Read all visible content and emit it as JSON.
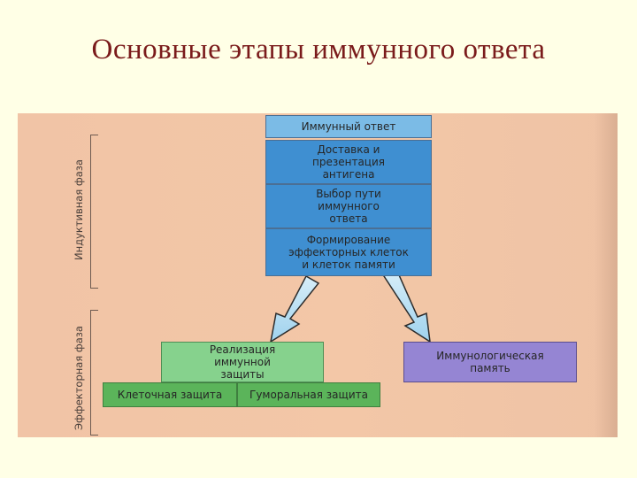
{
  "title": "Основные этапы иммунного ответа",
  "phases": {
    "inductive": "Индуктивная фаза",
    "effector": "Эффекторная фаза"
  },
  "boxes": {
    "immune_response": "Иммунный ответ",
    "delivery": "Доставка и презентация антигена",
    "choice": "Выбор пути иммунного ответа",
    "formation": "Формирование эффекторных клеток и клеток памяти",
    "realization": "Реализация иммунной защиты",
    "memory": "Иммунологическая память",
    "cellular": "Клеточная защита",
    "humoral": "Гуморальная защита"
  },
  "colors": {
    "title": "#7a1b1b",
    "background": "#ffffe6",
    "photo": "#f3c7a7",
    "blue": "#3f8fd1",
    "light_blue": "#7bbbe6",
    "green": "#86d28d",
    "dark_green": "#5bb45a",
    "purple": "#9585d3"
  }
}
